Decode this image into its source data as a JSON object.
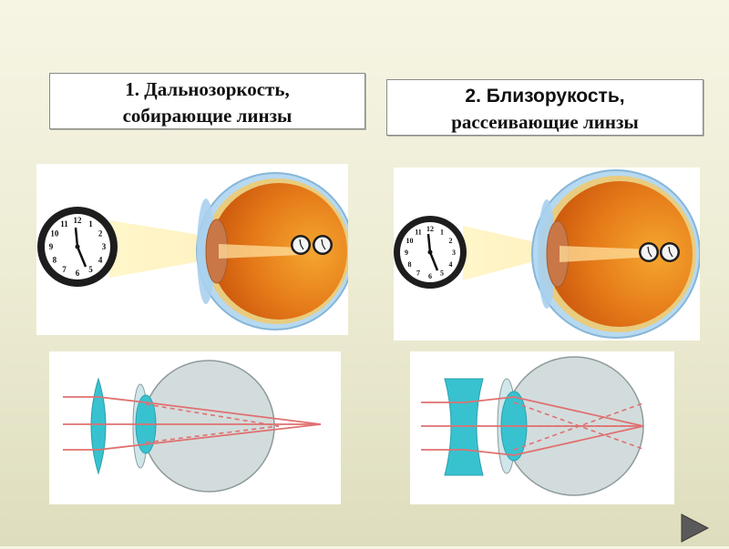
{
  "boxes": [
    {
      "line1": "1.  Дальнозоркость,",
      "line2": "собирающие линзы"
    },
    {
      "line1": "2. Близорукость,",
      "line2": "рассеивающие линзы"
    }
  ],
  "clock": {
    "numerals": [
      "12",
      "1",
      "2",
      "3",
      "4",
      "5",
      "6",
      "7",
      "8",
      "9",
      "10",
      "11"
    ]
  },
  "colors": {
    "retina": "#d8600c",
    "vitreous": "#f09828",
    "sclera": "#aed4ef",
    "lens": "#38c2d0",
    "ray": "#e07070",
    "eyeball": "#d3dcdc"
  },
  "navigation": {
    "next_icon": "play-triangle-icon"
  }
}
